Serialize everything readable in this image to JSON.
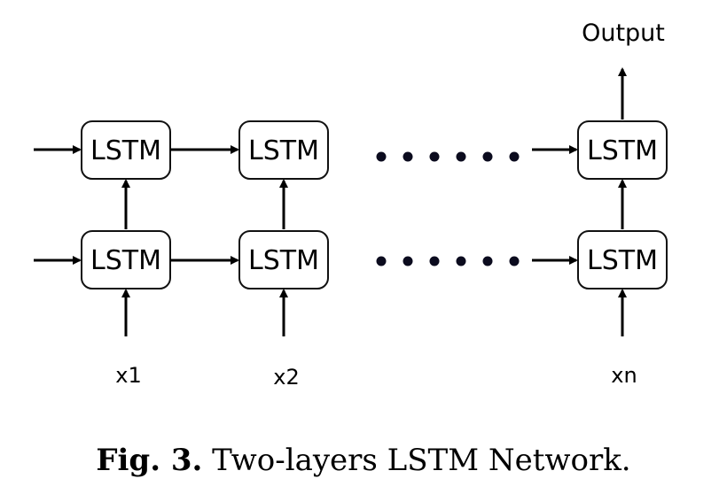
{
  "diagram": {
    "layer2": {
      "cell1_label": "LSTM",
      "cell2_label": "LSTM",
      "celln_label": "LSTM"
    },
    "layer1": {
      "cell1_label": "LSTM",
      "cell2_label": "LSTM",
      "celln_label": "LSTM"
    },
    "inputs": {
      "x1": "x1",
      "x2": "x2",
      "xn": "xn"
    },
    "output_label": "Output"
  },
  "caption": {
    "fig_number": "Fig. 3.",
    "text": "Two-layers LSTM Network."
  }
}
